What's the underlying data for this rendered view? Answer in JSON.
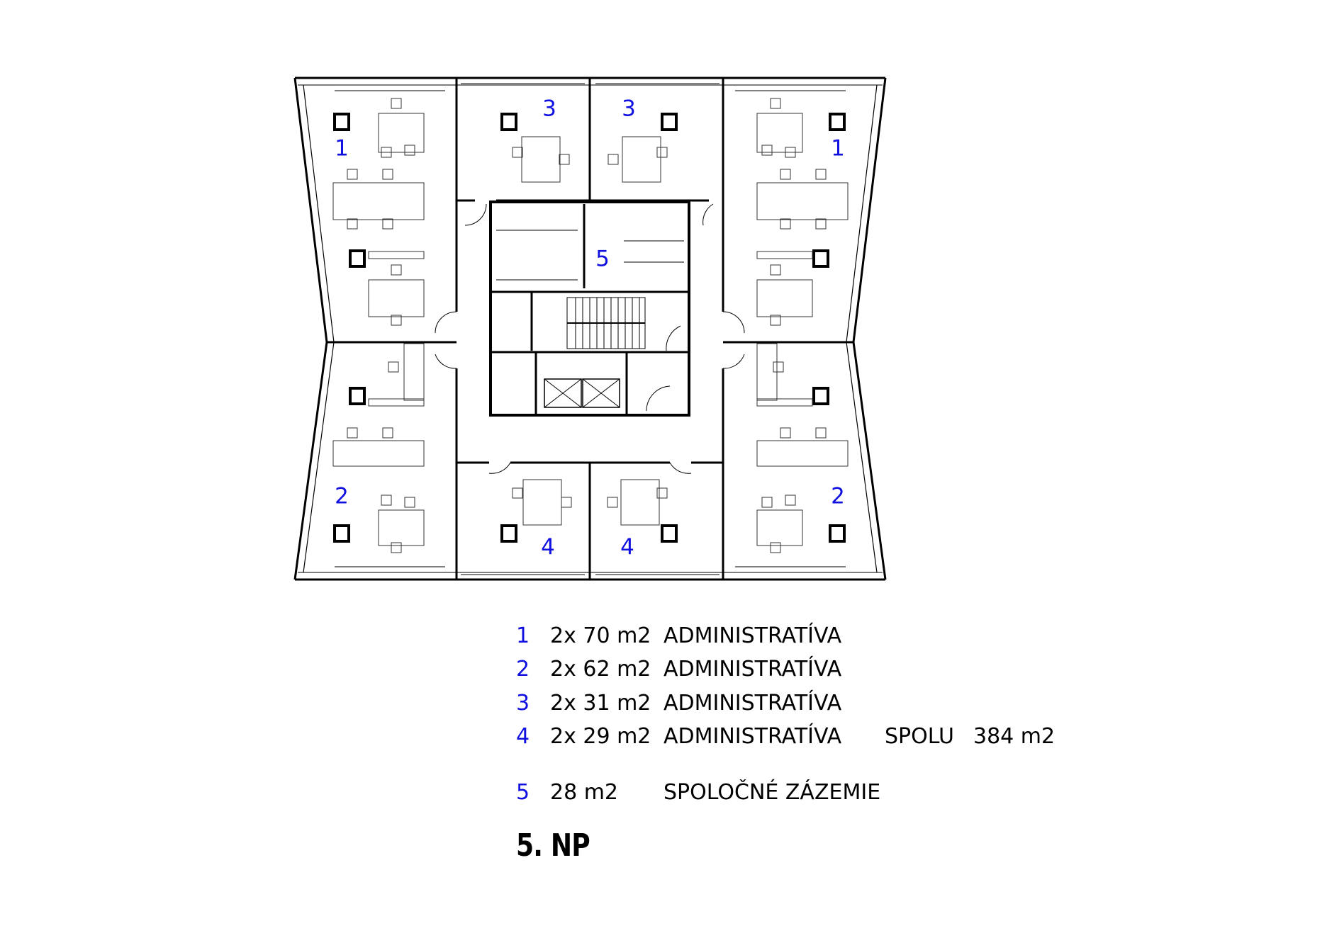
{
  "plan": {
    "room_labels": {
      "r1_left": "1",
      "r1_right": "1",
      "r2_left": "2",
      "r2_right": "2",
      "r3_left": "3",
      "r3_right": "3",
      "r4_left": "4",
      "r4_right": "4",
      "r5": "5"
    },
    "colors": {
      "label": "#1010e0",
      "line": "#000000"
    }
  },
  "legend": {
    "rows": [
      {
        "num": "1",
        "area": "2x 70 m2",
        "use": "ADMINISTRATÍVA"
      },
      {
        "num": "2",
        "area": "2x 62 m2",
        "use": "ADMINISTRATÍVA"
      },
      {
        "num": "3",
        "area": "2x 31 m2",
        "use": "ADMINISTRATÍVA"
      },
      {
        "num": "4",
        "area": "2x 29 m2",
        "use": "ADMINISTRATÍVA"
      },
      {
        "num": "5",
        "area": "28 m2",
        "use": "SPOLOČNÉ ZÁZEMIE"
      }
    ],
    "total_label": "SPOLU",
    "total_value": "384 m2"
  },
  "title": "5. NP"
}
